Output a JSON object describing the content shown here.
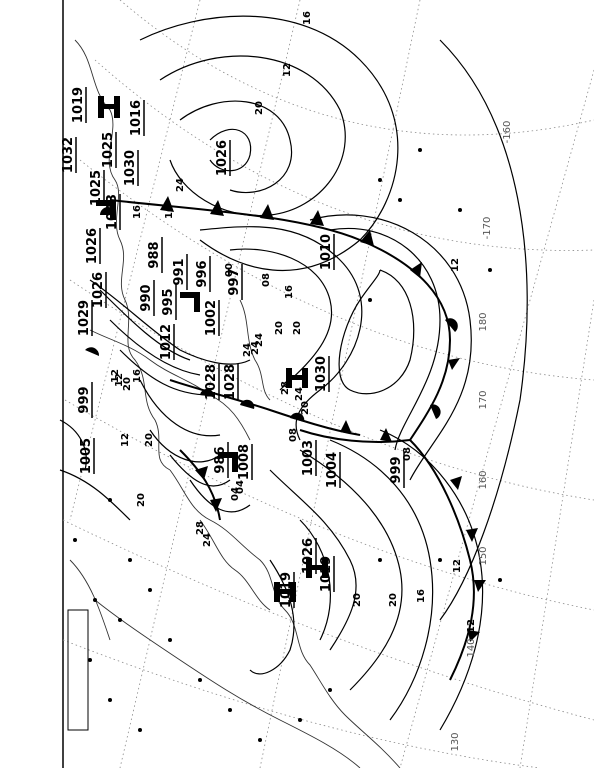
{
  "map": {
    "type": "surface weather analysis (rotated chart)",
    "label_rotation_deg": -90,
    "pressure_centers": [
      {
        "text": "1019",
        "kind": "high"
      },
      {
        "text": "1025",
        "kind": "high"
      },
      {
        "text": "1016",
        "kind": "high"
      },
      {
        "text": "1032",
        "kind": "high"
      },
      {
        "text": "1025",
        "kind": "high"
      },
      {
        "text": "1030",
        "kind": "high"
      },
      {
        "text": "1026",
        "kind": "high"
      },
      {
        "text": "1023",
        "kind": "high"
      },
      {
        "text": "1026",
        "kind": "high"
      },
      {
        "text": "1026",
        "kind": "high"
      },
      {
        "text": "1029",
        "kind": "high"
      },
      {
        "text": "988",
        "kind": "low"
      },
      {
        "text": "991",
        "kind": "low"
      },
      {
        "text": "996",
        "kind": "low"
      },
      {
        "text": "990",
        "kind": "low"
      },
      {
        "text": "995",
        "kind": "low"
      },
      {
        "text": "997",
        "kind": "low"
      },
      {
        "text": "1002",
        "kind": "low"
      },
      {
        "text": "1012",
        "kind": "high"
      },
      {
        "text": "999",
        "kind": "low"
      },
      {
        "text": "1028",
        "kind": "high"
      },
      {
        "text": "1028",
        "kind": "high"
      },
      {
        "text": "1030",
        "kind": "high"
      },
      {
        "text": "1005",
        "kind": "low"
      },
      {
        "text": "986",
        "kind": "low"
      },
      {
        "text": "1008",
        "kind": "low"
      },
      {
        "text": "1003",
        "kind": "low"
      },
      {
        "text": "1004",
        "kind": "low"
      },
      {
        "text": "999",
        "kind": "low"
      },
      {
        "text": "1010",
        "kind": "low"
      },
      {
        "text": "1026",
        "kind": "high"
      },
      {
        "text": "1019",
        "kind": "high"
      },
      {
        "text": "1019",
        "kind": "high"
      }
    ],
    "isobar_labels": [
      "16",
      "12",
      "20",
      "24",
      "16",
      "16",
      "20",
      "24",
      "12",
      "08",
      "16",
      "20",
      "24",
      "28",
      "20",
      "24",
      "12",
      "16",
      "20",
      "08",
      "04",
      "12",
      "20",
      "28",
      "24",
      "20",
      "12",
      "16",
      "20",
      "12",
      "08",
      "00",
      "04",
      "12",
      "20",
      "24"
    ],
    "longitude_labels": [
      "-160",
      "-170",
      "180",
      "170",
      "160",
      "150",
      "140",
      "130"
    ],
    "fronts": [
      {
        "type": "cold"
      },
      {
        "type": "cold"
      },
      {
        "type": "warm"
      },
      {
        "type": "occluded"
      },
      {
        "type": "cold"
      }
    ],
    "colors": {
      "ink": "#000000",
      "grid": "#7a7a7a",
      "coast": "#444444"
    }
  }
}
